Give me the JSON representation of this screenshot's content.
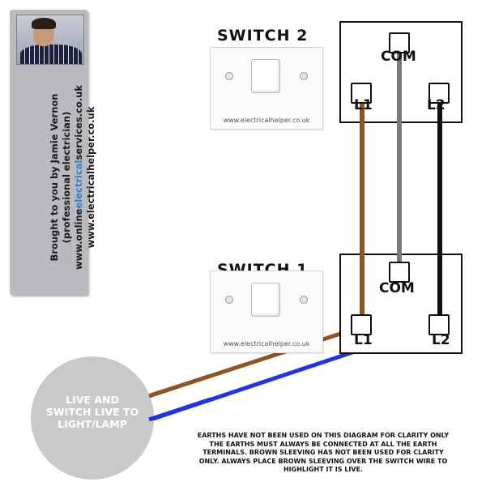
{
  "banner": {
    "line1": "Brought to you by Jamie Vernon",
    "line2": "(professional electrician)",
    "line3_pre": "www.online",
    "line3_hl": "electrical",
    "line3_post": "services.co.uk",
    "line4": "www.electricalhelper.co.uk"
  },
  "switch2": {
    "title": "SWITCH 2",
    "plate_url": "www.electricalhelper.co.uk",
    "com": "COM",
    "l1": "L1",
    "l2": "L2"
  },
  "switch1": {
    "title": "SWITCH 1",
    "plate_url": "www.electricalhelper.co.uk",
    "com": "COM",
    "l1": "L1",
    "l2": "L2"
  },
  "lamp": {
    "line1": "LIVE AND",
    "line2": "SWITCH LIVE TO",
    "line3": "LIGHT/LAMP"
  },
  "note": {
    "line1": "EARTHS HAVE NOT BEEN USED ON THIS DIAGRAM FOR CLARITY ONLY",
    "line2": "THE EARTHS MUST ALWAYS BE CONNECTED AT ALL THE EARTH",
    "line3": "TERMINALS. BROWN SLEEVING HAS NOT BEEN USED FOR CLARITY",
    "line4": "ONLY. ALWAYS PLACE BROWN SLEEVING OVER THE SWITCH WIRE TO",
    "line5": "HIGHLIGHT IT IS LIVE."
  },
  "colors": {
    "brown_wire": "#8b5524",
    "grey_wire": "#7a7a7a",
    "black_wire": "#111111",
    "blue_wire": "#2233dd",
    "highlight": "#2f7fd0"
  }
}
